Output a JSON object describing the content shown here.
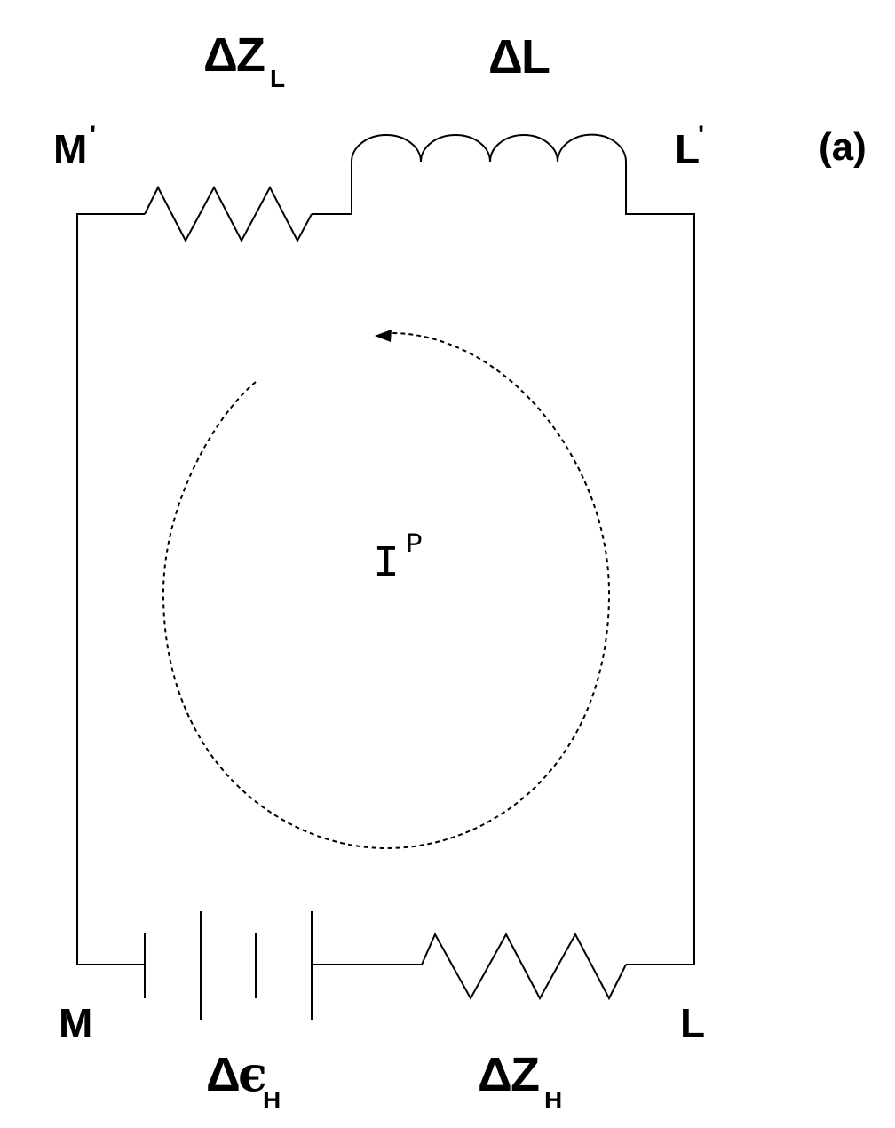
{
  "figure_tag": "(a)",
  "nodes": {
    "top_left": {
      "main": "M",
      "prime": "'"
    },
    "top_right": {
      "main": "L",
      "prime": "'"
    },
    "bottom_left": {
      "main": "M"
    },
    "bottom_right": {
      "main": "L"
    }
  },
  "components": {
    "top_resistor": {
      "delta": "Δ",
      "symbol": "Z",
      "subscript": "L"
    },
    "top_inductor": {
      "delta": "Δ",
      "symbol": "L"
    },
    "bottom_battery": {
      "delta": "Δ",
      "symbol": "ϵ",
      "subscript": "H"
    },
    "bottom_resistor": {
      "delta": "Δ",
      "symbol": "Z",
      "subscript": "H"
    }
  },
  "current": {
    "symbol": "I",
    "superscript": "P",
    "direction": "counter-clockwise"
  },
  "colors": {
    "ink": "#000000",
    "background": "#ffffff"
  }
}
